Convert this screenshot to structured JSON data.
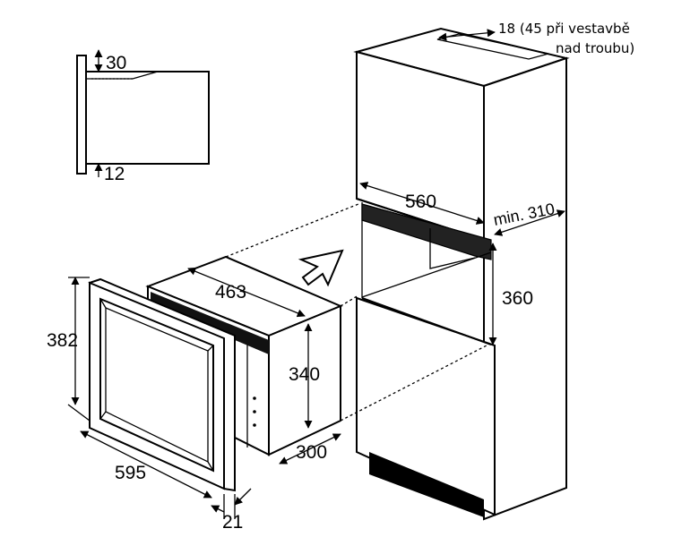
{
  "labels": {
    "top_gap": "30",
    "bottom_gap": "12",
    "trim_height": "382",
    "trim_width": "595",
    "trim_depth": "21",
    "oven_width": "463",
    "oven_height": "340",
    "oven_depth": "300",
    "niche_width": "560",
    "cabinet_depth": "min. 310",
    "niche_height": "360",
    "vent_note_line1": "18 (45 při vestavbě",
    "vent_note_line2": "nad troubu)"
  }
}
